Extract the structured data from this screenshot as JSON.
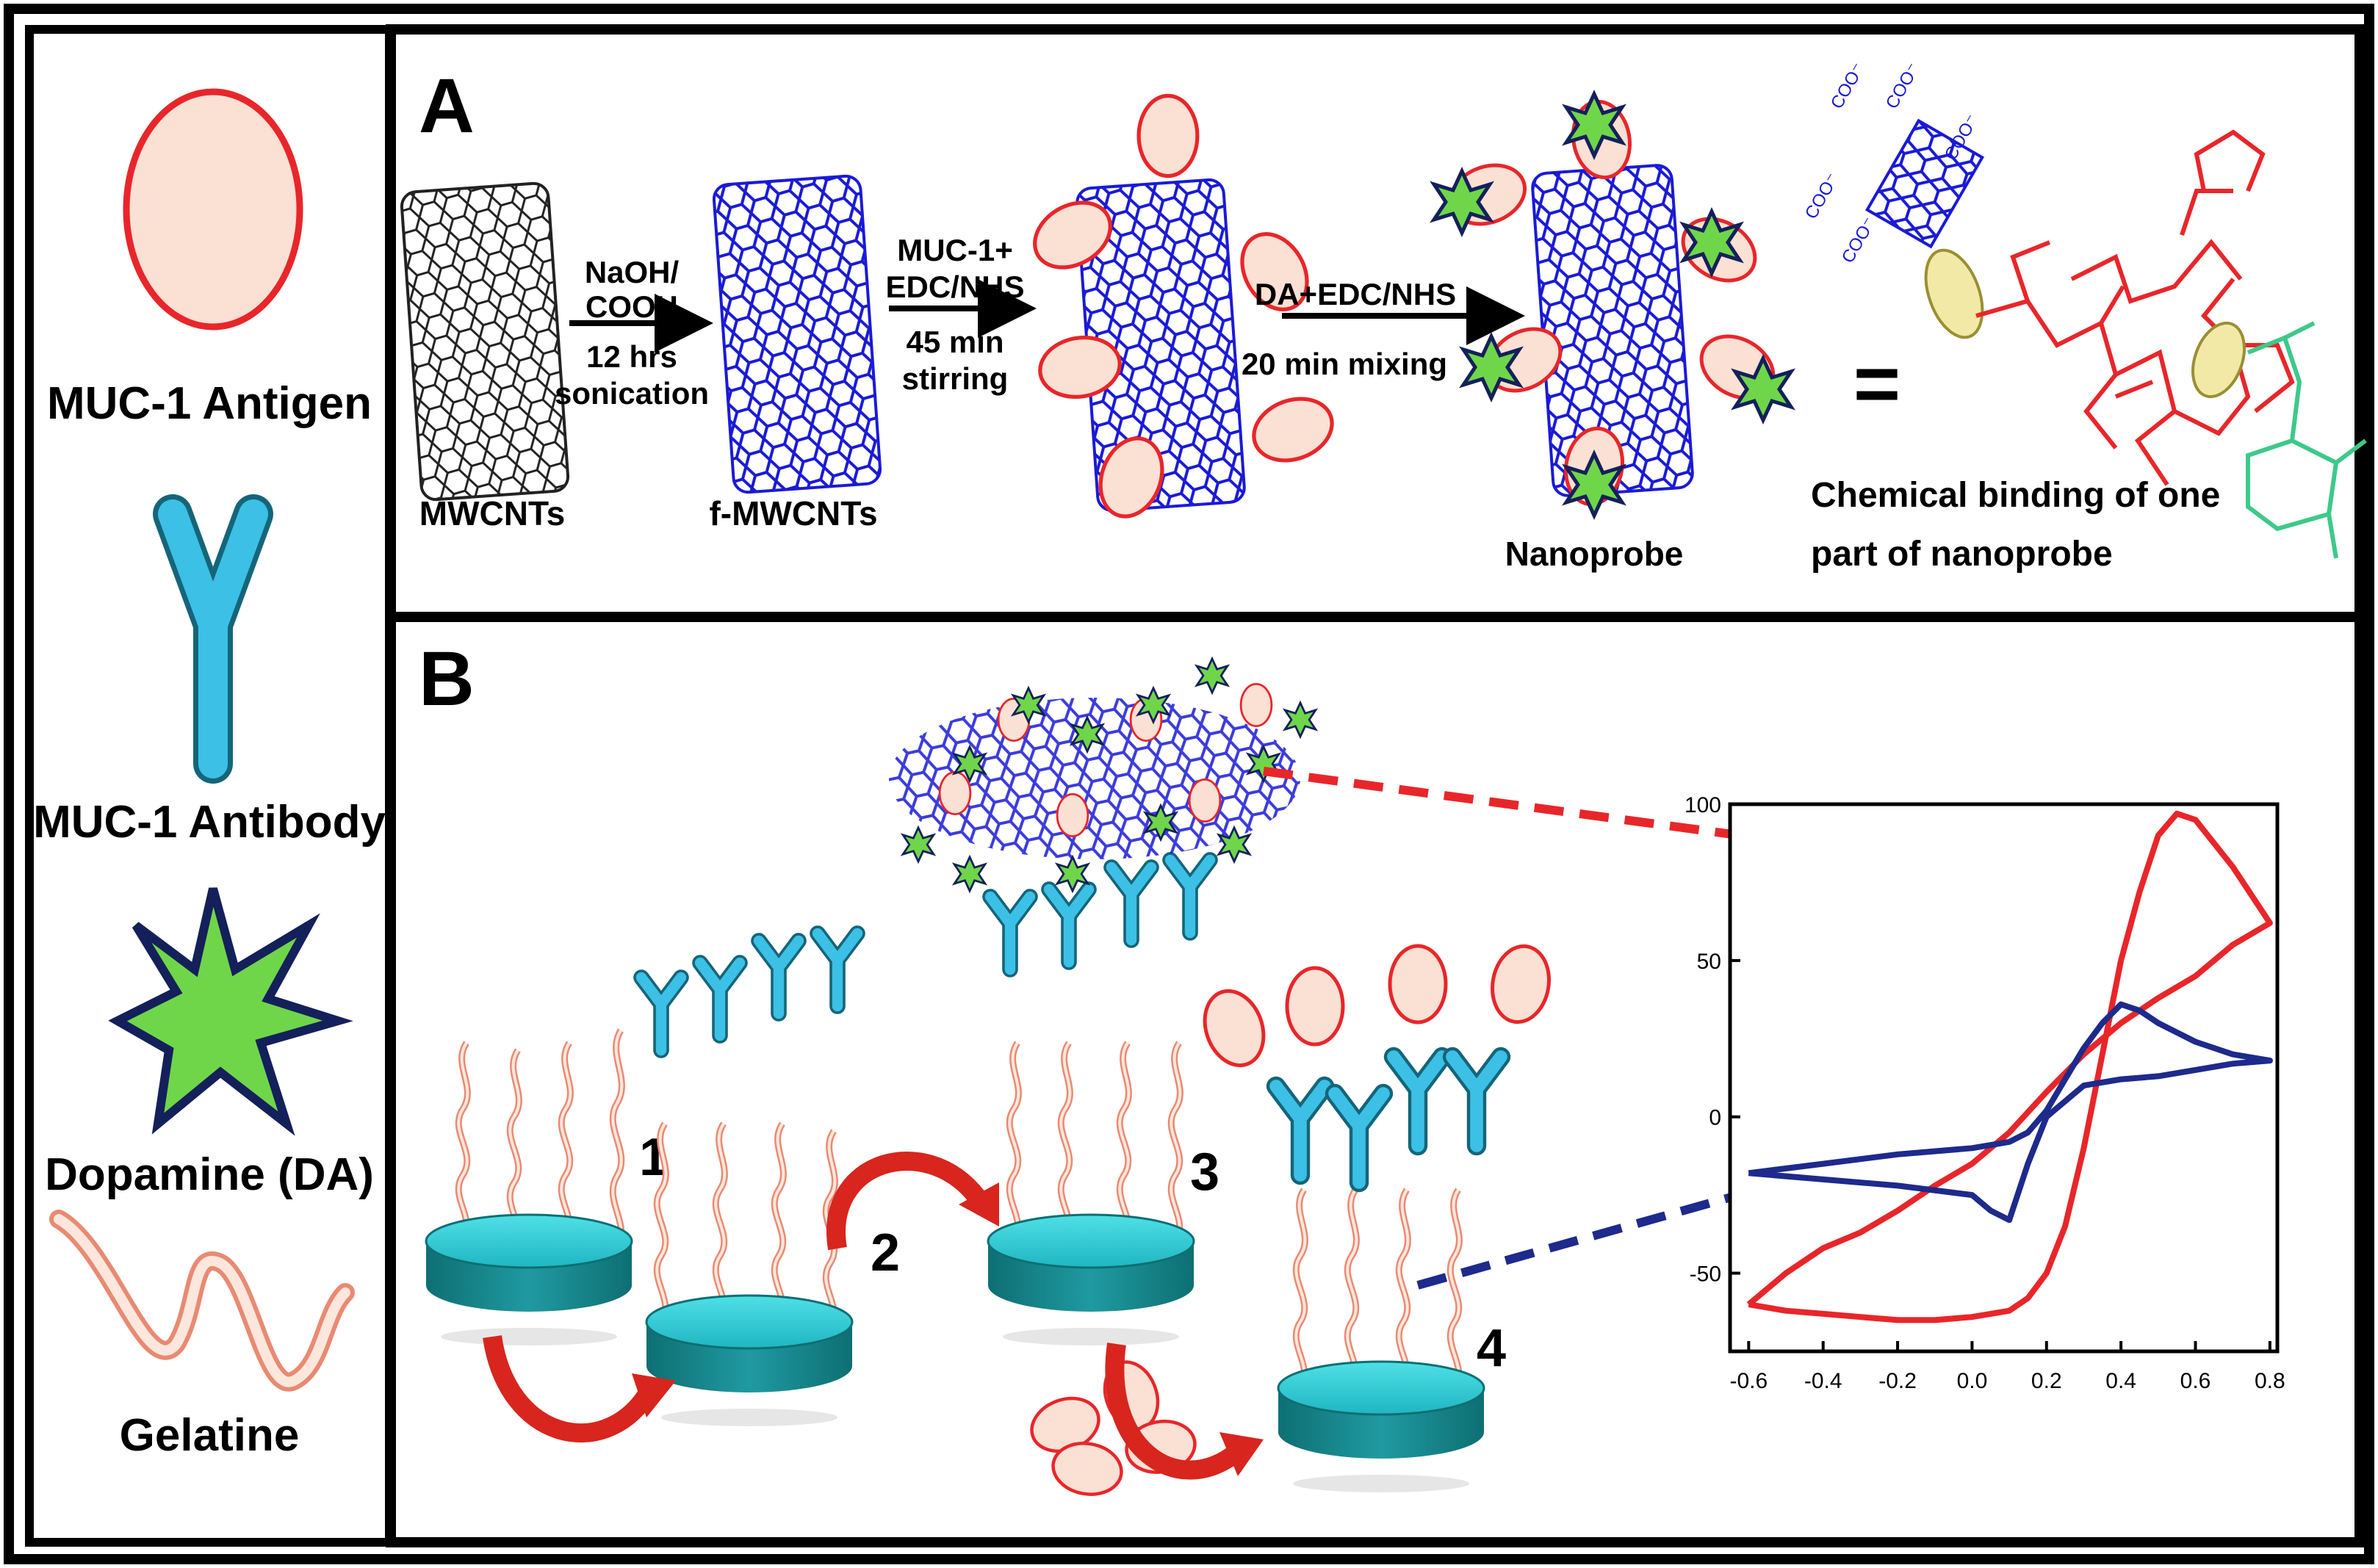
{
  "legend": {
    "items": [
      {
        "id": "antigen",
        "label": "MUC-1 Antigen"
      },
      {
        "id": "antibody",
        "label": "MUC-1 Antibody"
      },
      {
        "id": "dopamine",
        "label": "Dopamine (DA)"
      },
      {
        "id": "gelatine",
        "label": "Gelatine"
      }
    ]
  },
  "panel_a": {
    "letter": "A",
    "labels": {
      "mwcnt": "MWCNTs",
      "fmwcnt": "f-MWCNTs",
      "nanoprobe": "Nanoprobe",
      "chemical_line1": "Chemical binding of one",
      "chemical_line2": "part of nanoprobe",
      "equals": "="
    },
    "steps": [
      {
        "top": [
          "NaOH/",
          "COOH"
        ],
        "bottom": [
          "12 hrs",
          "sonication"
        ]
      },
      {
        "top": [
          "MUC-1+",
          "EDC/NHS"
        ],
        "bottom": [
          "45 min",
          "stirring"
        ]
      },
      {
        "top": [
          "DA+EDC/NHS"
        ],
        "bottom": [
          "20 min mixing"
        ]
      }
    ],
    "cooh_group": "COO⁻"
  },
  "panel_b": {
    "letter": "B",
    "step_numbers": [
      "1",
      "2",
      "3",
      "4"
    ]
  },
  "chart_data": {
    "type": "line",
    "xlim": [
      -0.65,
      0.82
    ],
    "ylim": [
      -75,
      100
    ],
    "xticks": [
      "-0.6",
      "-0.4",
      "-0.2",
      "0.0",
      "0.2",
      "0.4",
      "0.6",
      "0.8"
    ],
    "yticks": [
      "100",
      "50",
      "0",
      "-50"
    ],
    "series": [
      {
        "color": "#e8262a",
        "x": [
          -0.6,
          -0.5,
          -0.4,
          -0.3,
          -0.2,
          -0.1,
          0.0,
          0.1,
          0.15,
          0.2,
          0.25,
          0.3,
          0.35,
          0.4,
          0.45,
          0.5,
          0.55,
          0.6,
          0.7,
          0.8,
          0.8,
          0.7,
          0.6,
          0.5,
          0.4,
          0.3,
          0.2,
          0.1,
          0.0,
          -0.1,
          -0.2,
          -0.3,
          -0.4,
          -0.5,
          -0.6
        ],
        "y": [
          -60,
          -62,
          -63,
          -64,
          -65,
          -65,
          -64,
          -62,
          -58,
          -50,
          -35,
          -10,
          20,
          50,
          72,
          90,
          97,
          95,
          80,
          62,
          62,
          55,
          45,
          38,
          30,
          20,
          8,
          -5,
          -15,
          -22,
          -30,
          -37,
          -42,
          -50,
          -60
        ]
      },
      {
        "color": "#1e2a8c",
        "x": [
          -0.6,
          -0.4,
          -0.2,
          0.0,
          0.1,
          0.15,
          0.2,
          0.25,
          0.3,
          0.35,
          0.4,
          0.45,
          0.5,
          0.6,
          0.7,
          0.8,
          0.8,
          0.7,
          0.6,
          0.5,
          0.4,
          0.3,
          0.2,
          0.15,
          0.1,
          0.05,
          0.0,
          -0.2,
          -0.4,
          -0.6
        ],
        "y": [
          -18,
          -15,
          -12,
          -10,
          -8,
          -5,
          2,
          12,
          22,
          30,
          36,
          34,
          30,
          24,
          20,
          18,
          18,
          17,
          15,
          13,
          12,
          10,
          0,
          -15,
          -33,
          -30,
          -25,
          -22,
          -20,
          -18
        ]
      }
    ]
  }
}
